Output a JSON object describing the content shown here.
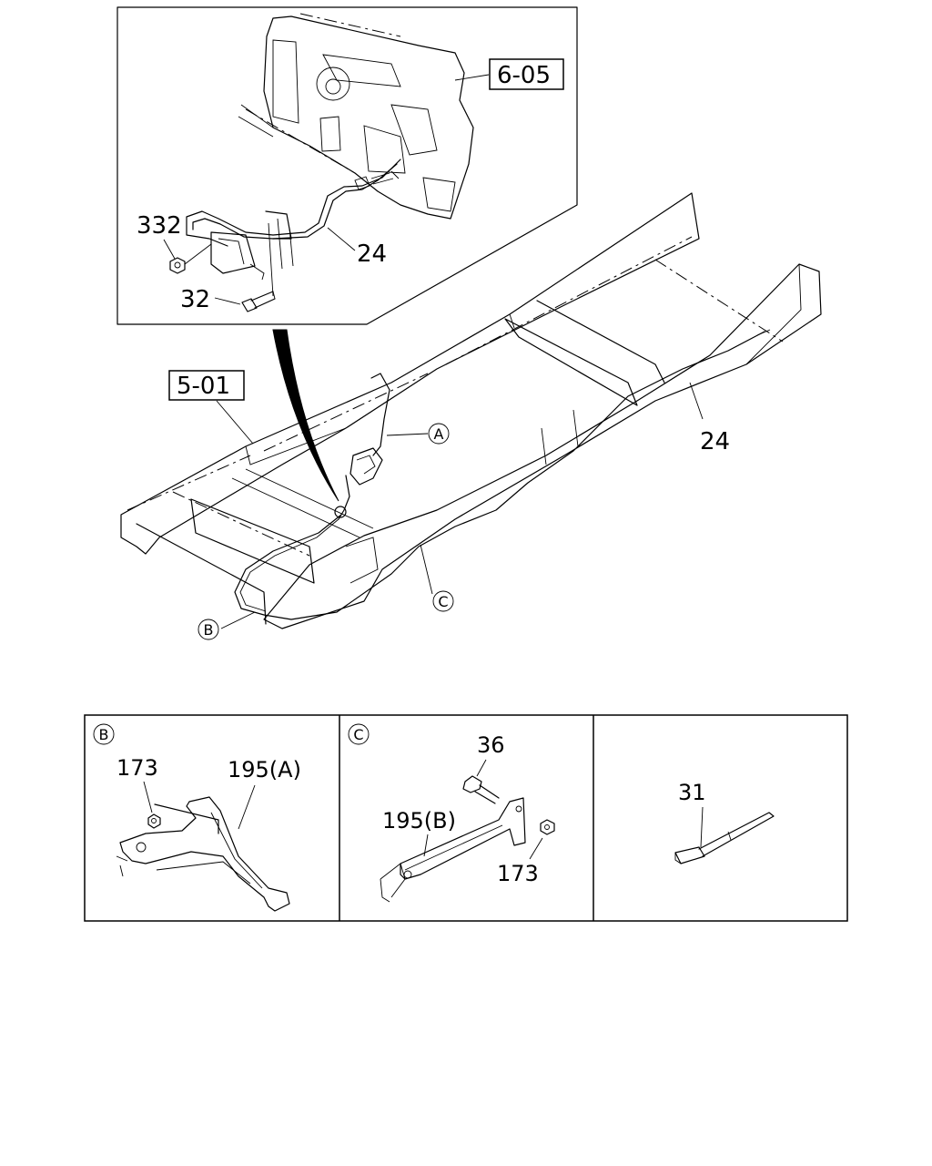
{
  "refs": {
    "ref_605": "6-05",
    "ref_501": "5-01"
  },
  "callouts": {
    "c332": "332",
    "c24_inset": "24",
    "c32": "32",
    "c24_main": "24",
    "A": "A",
    "B": "B",
    "C": "C"
  },
  "detail_b": {
    "marker": "B",
    "p173": "173",
    "p195a": "195(A)"
  },
  "detail_c": {
    "marker": "C",
    "p36": "36",
    "p195b": "195(B)",
    "p173": "173"
  },
  "detail_31": {
    "p31": "31"
  }
}
